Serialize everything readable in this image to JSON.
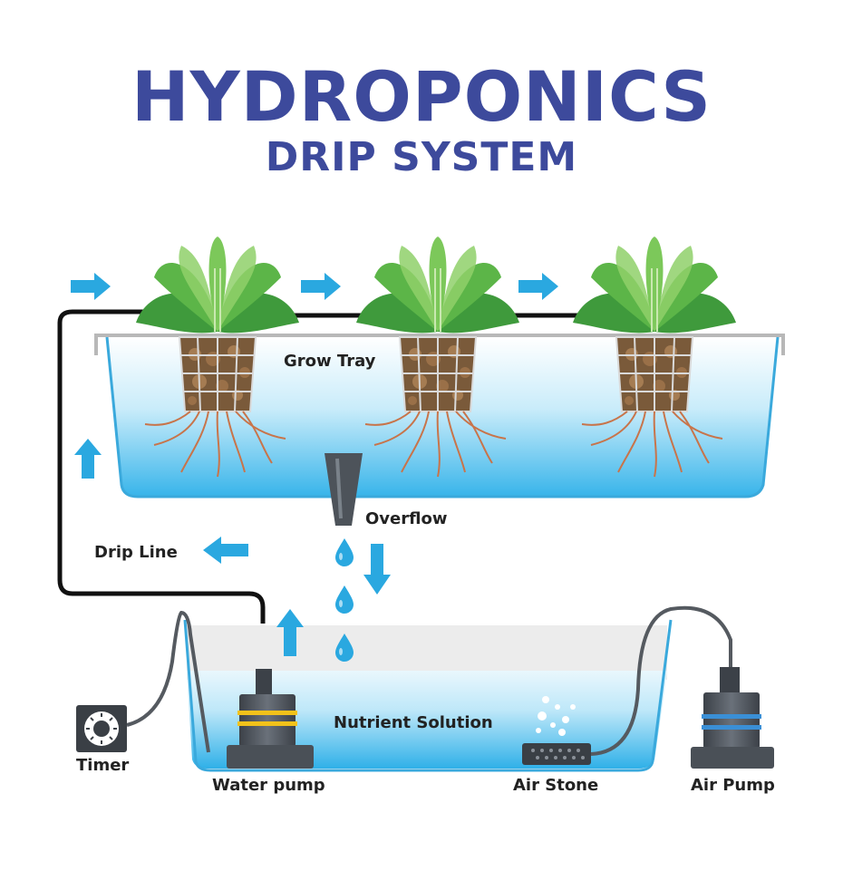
{
  "title": "HYDROPONICS",
  "subtitle": "DRIP SYSTEM",
  "labels": {
    "grow_tray": "Grow Tray",
    "overflow": "Overflow",
    "drip_line": "Drip Line",
    "nutrient_solution": "Nutrient Solution",
    "timer": "Timer",
    "water_pump": "Water pump",
    "air_stone": "Air Stone",
    "air_pump": "Air Pump"
  },
  "colors": {
    "title": "#3d4a9c",
    "arrow": "#2aa8e0",
    "water": "#9fdcf4",
    "leaf": "#3f9a3c",
    "root": "#c8744a",
    "pump_band": "#f2c21a",
    "air_band": "#3a8fd6"
  }
}
